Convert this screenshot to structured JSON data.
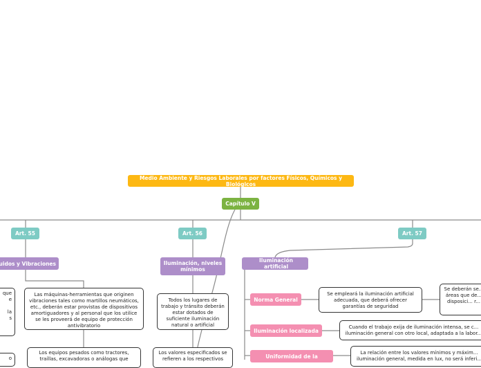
{
  "colors": {
    "root": "#fdb813",
    "chapter": "#7cb342",
    "article": "#7ecbc4",
    "topic": "#ad8ec9",
    "subtopic": "#f48fb1",
    "line": "#8a8a8a"
  },
  "map": {
    "root": "Medio Ambiente y Riesgos Laborales por factores Físicos, Químicos y Biológicos",
    "chapter": "Capítulo V",
    "art55": {
      "label": "Art. 55",
      "topic": "uidos y Vibraciones",
      "left_text": [
        "que",
        "e",
        "",
        "la",
        "s"
      ],
      "text1": "Las máquinas-herramientas que originen vibraciones tales como martillos neumáticos, etc., deberán estar provistas de dispositivos amortiguadores y al personal que los utilice se les proveerá de equipo de protección antivibratorio",
      "text2": "Los equipos pesados como tractores, traíllas, excavadoras o análogas que",
      "left_text2": "o"
    },
    "art56": {
      "label": "Art. 56",
      "topic": "Iluminación, niveles mínimos",
      "text1": "Todos los lugares de trabajo y tránsito deberán estar dotados de suficiente iluminación natural o artificial",
      "text2": "Los valores especificados se refieren a los respectivos"
    },
    "art57": {
      "label": "Art. 57",
      "topic": "Iluminación artificial",
      "norma": {
        "label": "Norma General",
        "text": "Se empleará la iluminación artificial adecuada, que deberá ofrecer garantías de seguridad",
        "right_text": "Se deberán se... áreas que de... disposici... r..."
      },
      "localizada": {
        "label": "Iluminación localizada",
        "text": "Cuando el trabajo exija de iluminación intensa, se c... iluminación general con otro local, adaptada a la labor..."
      },
      "uniformidad": {
        "label": "Uniformidad de la",
        "text": "La relación entre los valores mínimos y máxim... iluminación general, medida en lux, no será inferi..."
      }
    }
  }
}
